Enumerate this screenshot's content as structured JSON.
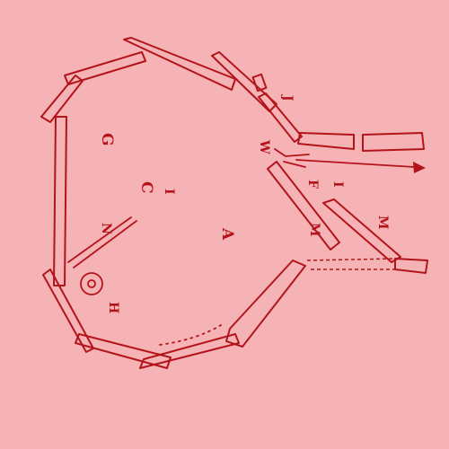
{
  "diagram": {
    "labels": {
      "a": "A",
      "c": "C",
      "f": "F",
      "g": "G",
      "h": "H",
      "i_upper": "I",
      "i_lower": "I",
      "j": "J",
      "m_left": "M",
      "m_right": "M",
      "n": "N",
      "w": "W"
    },
    "colors": {
      "background": "#f6b3b5",
      "ink": "#b3141c"
    }
  }
}
